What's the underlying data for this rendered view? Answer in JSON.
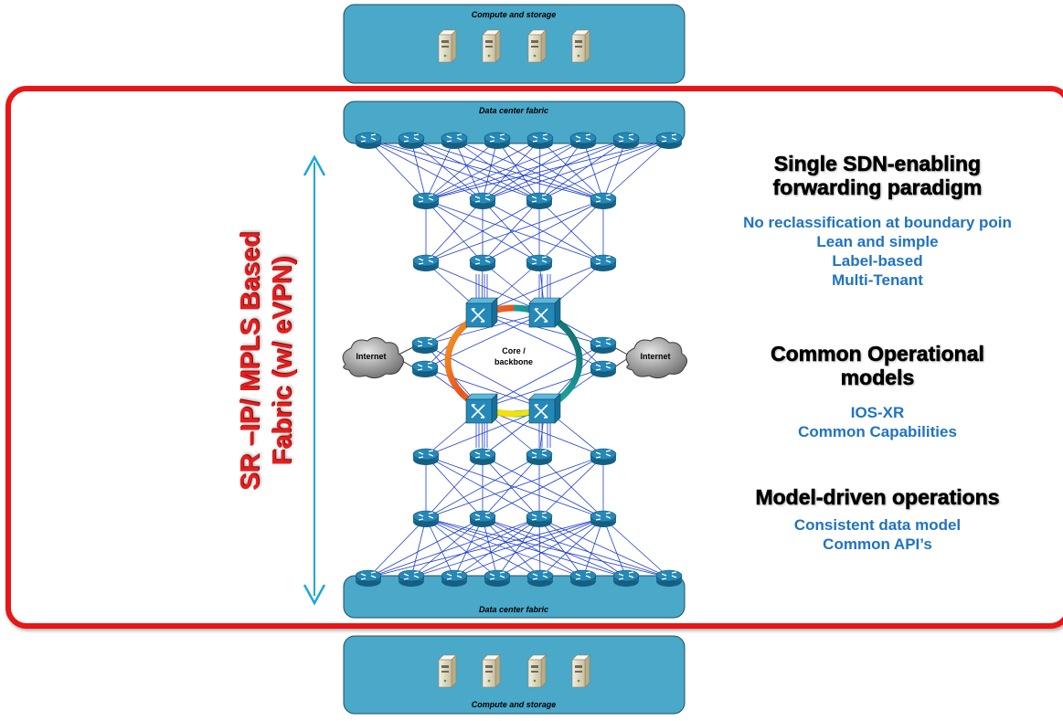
{
  "compute_top": {
    "label": "Compute and storage"
  },
  "compute_bottom": {
    "label": "Compute and storage"
  },
  "fabric_top": {
    "label": "Data center fabric"
  },
  "fabric_bottom": {
    "label": "Data center fabric"
  },
  "core": {
    "label_line1": "Core /",
    "label_line2": "backbone"
  },
  "internet_left": {
    "label": "Internet"
  },
  "internet_right": {
    "label": "Internet"
  },
  "vertical_label": {
    "line1": "SR –IP/ MPLS Based",
    "line2": "Fabric (w/ eVPN)"
  },
  "features": [
    {
      "heading": [
        "Single SDN-enabling",
        "forwarding paradigm"
      ],
      "items": [
        "No reclassification at boundary poin",
        "Lean and simple",
        "Label-based",
        "Multi-Tenant"
      ]
    },
    {
      "heading": [
        "Common Operational",
        "models"
      ],
      "items": [
        "IOS-XR",
        "Common Capabilities"
      ]
    },
    {
      "heading": [
        "Model-driven operations"
      ],
      "items": [
        "Consistent data model",
        "Common API’s"
      ]
    }
  ],
  "colors": {
    "highlight_border": "#e81616",
    "panel_fill": "#4aa8c9",
    "router": "#2489b8",
    "link": "#1f3fd1",
    "arrow": "#1ea7d8",
    "heading": "#000000",
    "subtext": "#1f73c2",
    "vertical_label": "#e61e1e"
  }
}
